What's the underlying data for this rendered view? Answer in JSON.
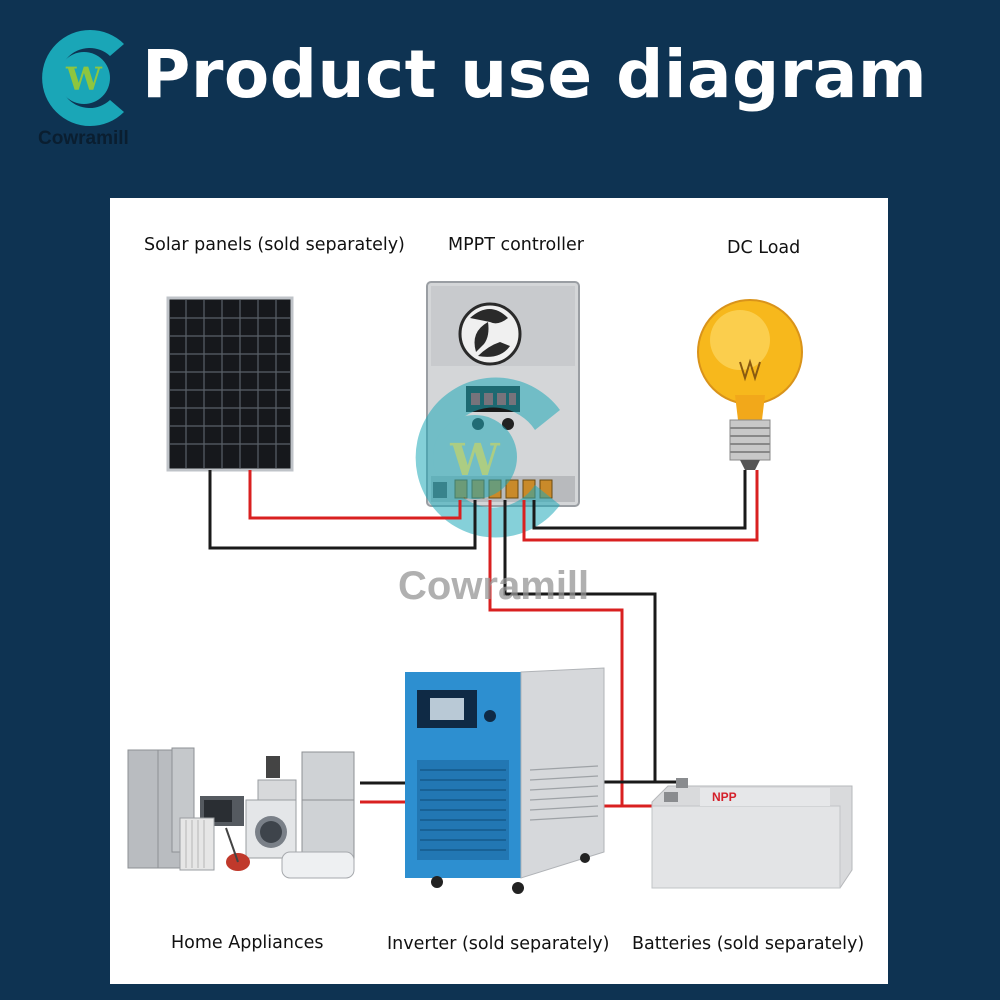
{
  "header": {
    "brand": "Cowramill",
    "logo_letters": "W",
    "title": "Product use diagram"
  },
  "labels": {
    "solar_panels": "Solar panels (sold separately)",
    "mppt_controller": "MPPT controller",
    "dc_load": "DC Load",
    "home_appliances": "Home Appliances",
    "inverter": "Inverter (sold separately)",
    "batteries": "Batteries (sold separately)"
  },
  "battery": {
    "brand": "NPP"
  },
  "watermark": {
    "text": "Cowramill"
  },
  "colors": {
    "background": "#0e3352",
    "logo_teal": "#1aa6b7",
    "logo_green": "#8dc63f",
    "wire_positive": "#d92020",
    "wire_negative": "#1a1a1a",
    "inverter_blue": "#2d8fd0"
  }
}
